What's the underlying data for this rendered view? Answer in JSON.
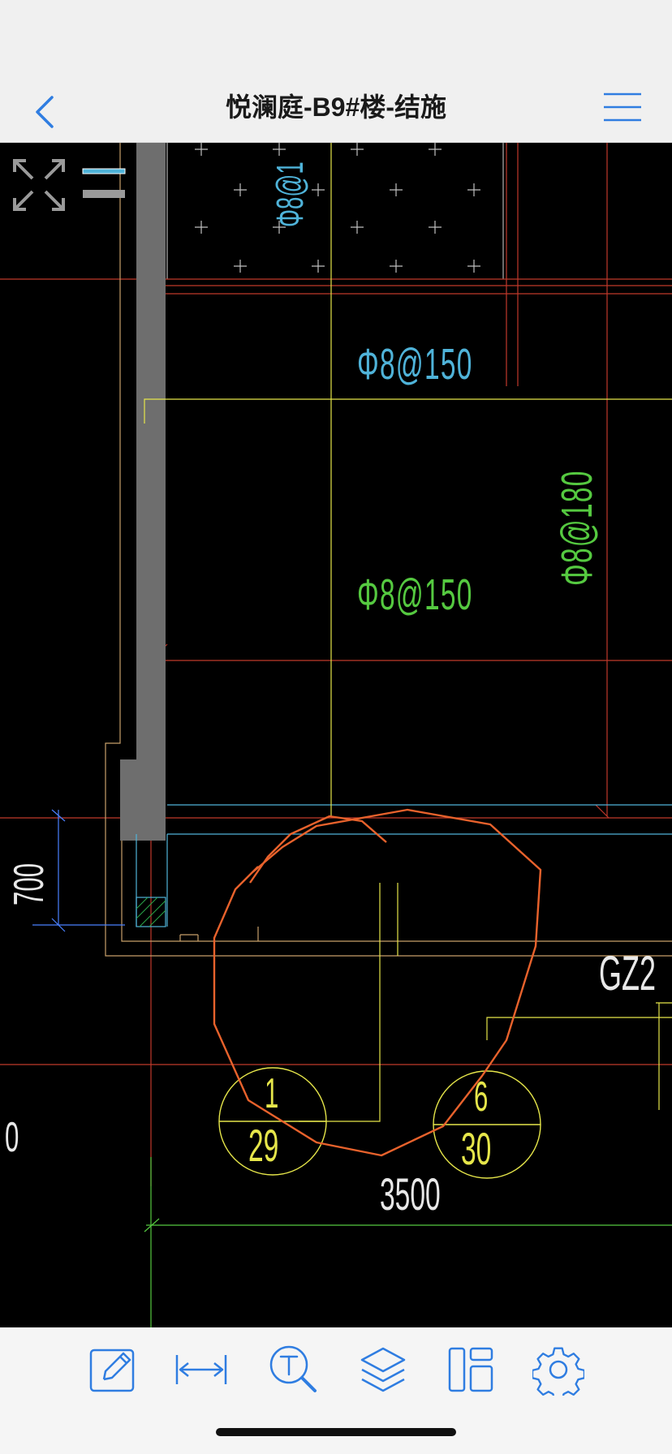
{
  "nav": {
    "title": "悦澜庭-B9#楼-结施",
    "back_icon": "chevron-left-icon",
    "menu_icon": "hamburger-menu-icon",
    "accent": "#2f7de1"
  },
  "drawing": {
    "labels": {
      "rebar_top_partial": "Φ8@1",
      "rebar_1": "Φ8@150",
      "rebar_2": "Φ8@180",
      "rebar_3": "Φ8@150",
      "dim_left": "700",
      "gz": "GZ2",
      "circle_left_top": "1",
      "circle_left_bottom": "29",
      "circle_right_top": "6",
      "circle_right_bottom": "30",
      "dim_bottom": "3500",
      "left_edge": "0"
    },
    "colors": {
      "cyan": "#4fb3d9",
      "green": "#55c940",
      "yellow": "#e6e64a",
      "red": "#c0392b",
      "orange": "#e8622c",
      "tan": "#c8a06a",
      "white": "#e8e8e8",
      "gray": "#7a7a7a"
    }
  },
  "toolbar": {
    "items": [
      {
        "icon": "edit-note-icon"
      },
      {
        "icon": "measure-distance-icon"
      },
      {
        "icon": "text-search-icon"
      },
      {
        "icon": "layers-icon"
      },
      {
        "icon": "layout-panels-icon"
      },
      {
        "icon": "settings-gear-icon"
      }
    ]
  }
}
